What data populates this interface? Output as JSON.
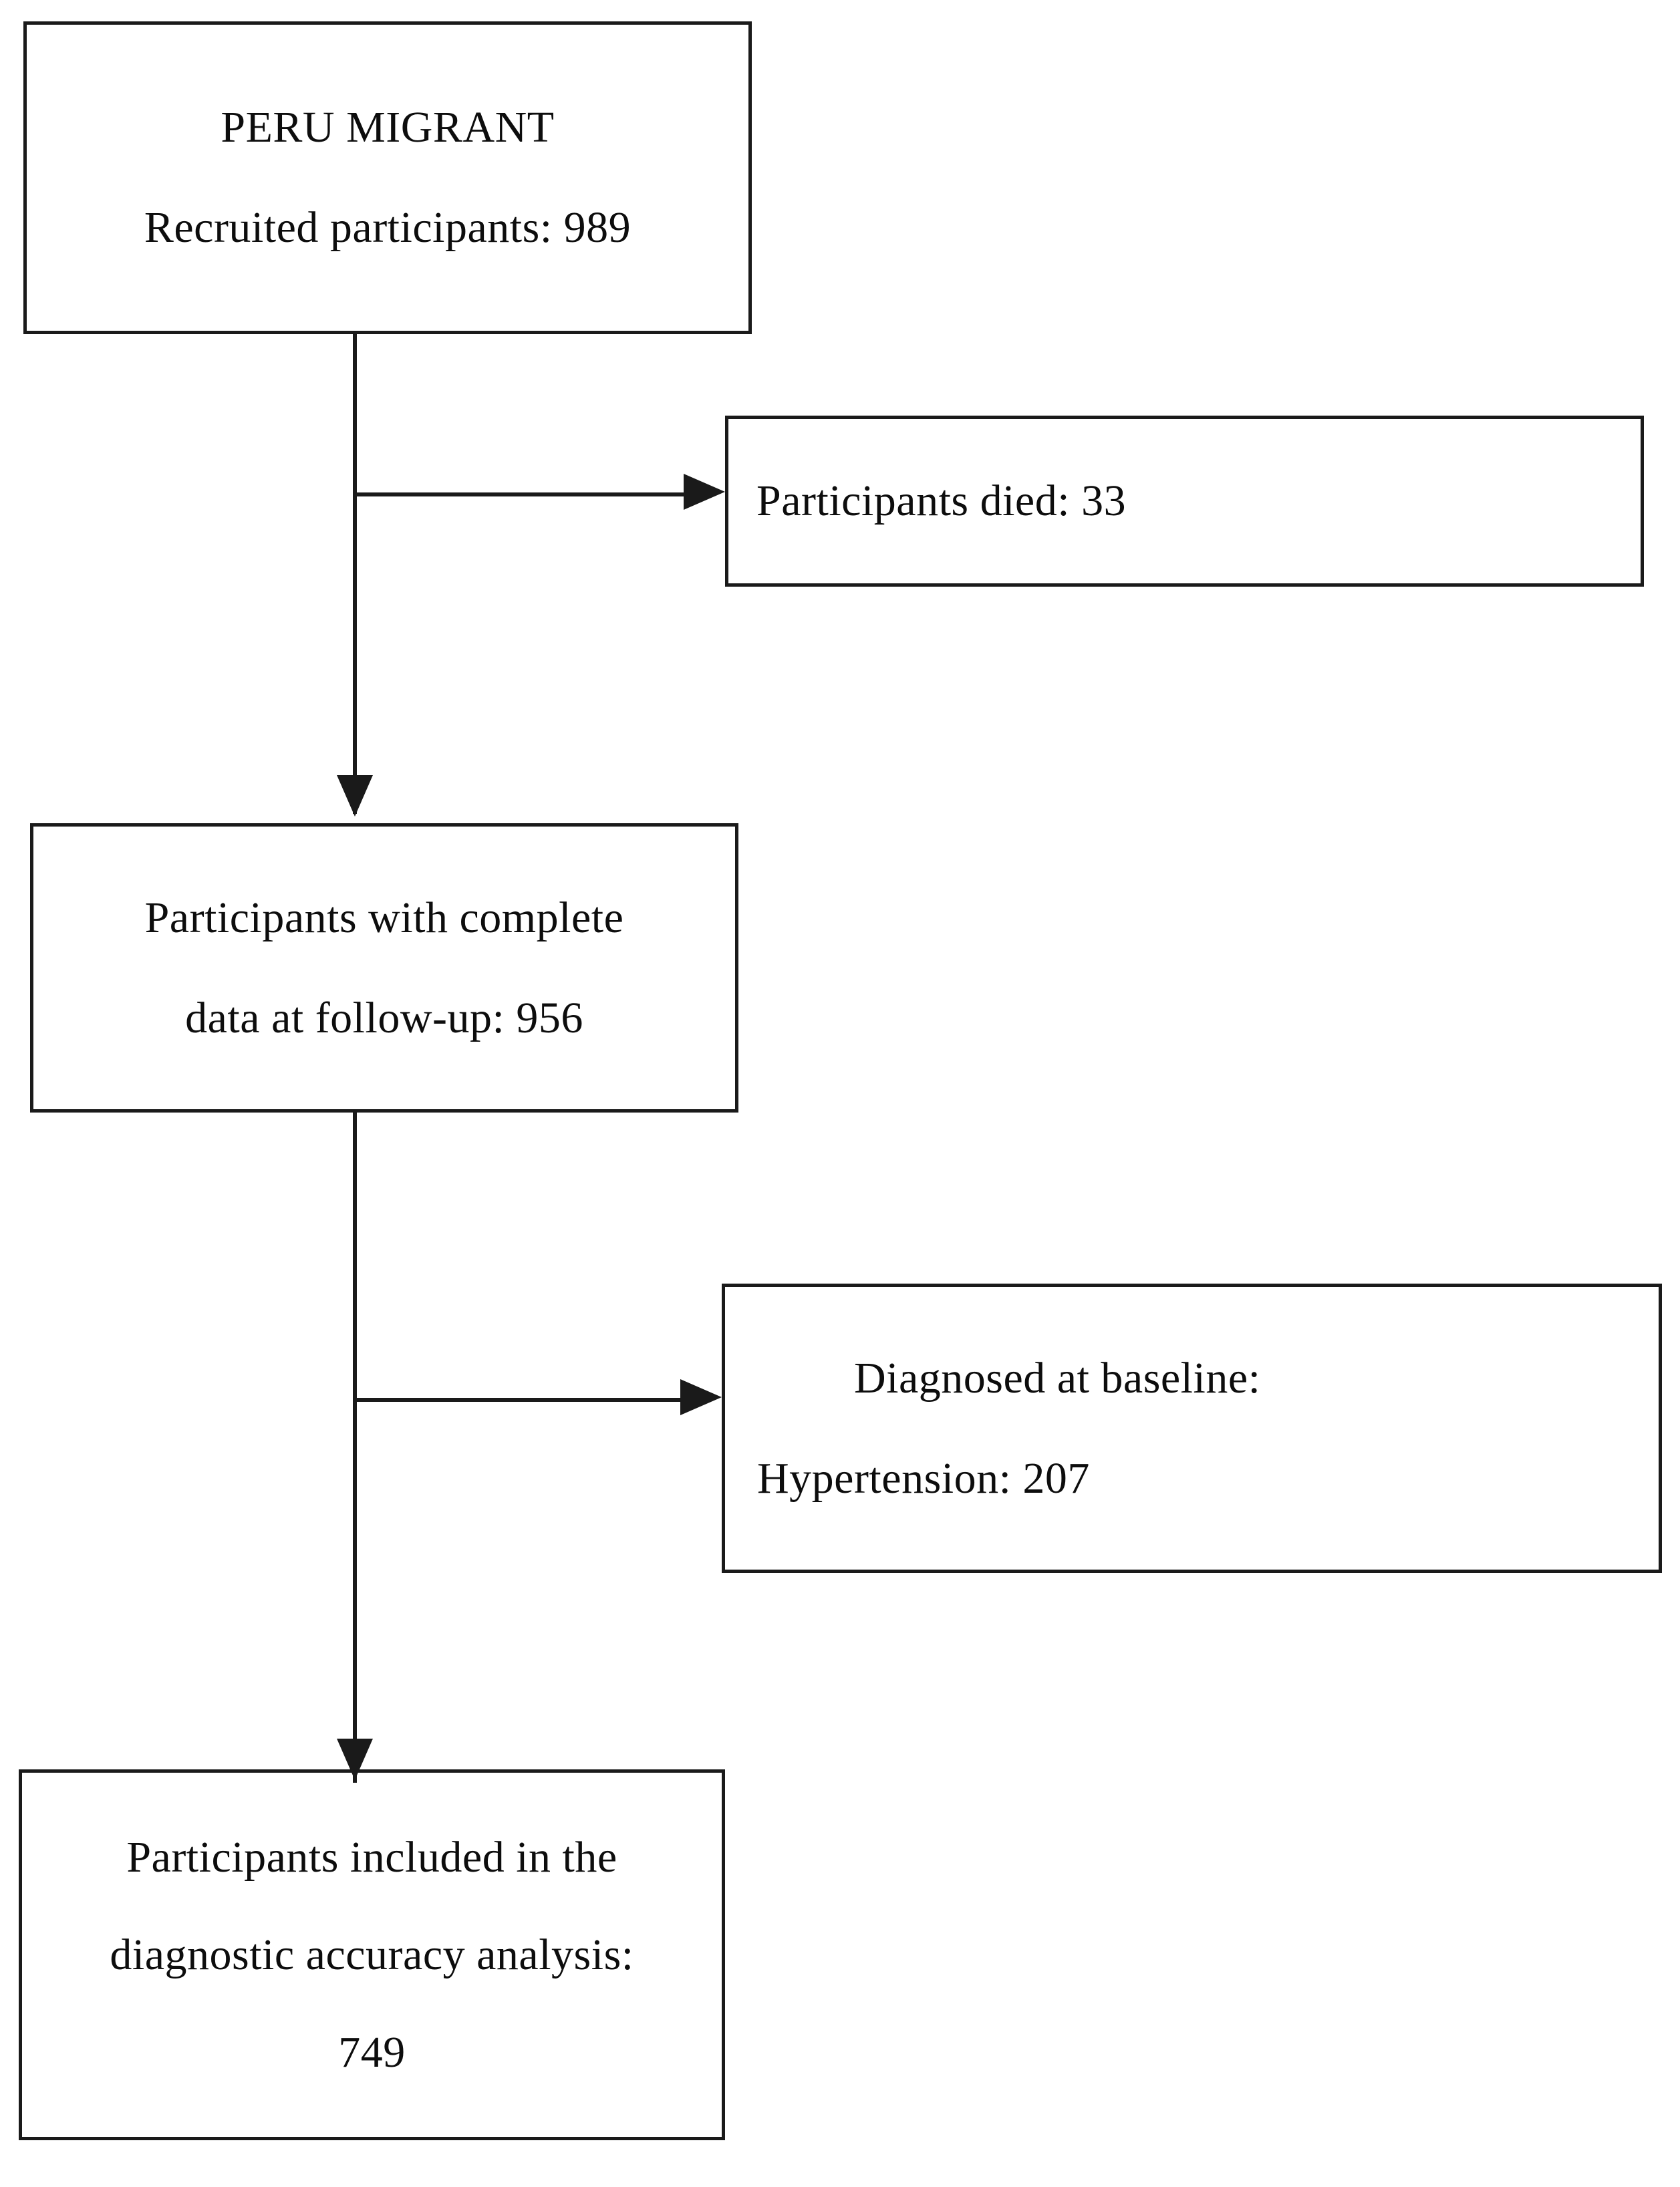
{
  "diagram": {
    "type": "flowchart",
    "orientation": "top-to-bottom",
    "ink_color": "#1a1a1a",
    "background_color": "#ffffff",
    "nodes": [
      {
        "id": "source",
        "name": "peru-migrant-source",
        "lines": [
          "PERU MIGRANT",
          "Recruited participants: 989"
        ],
        "line1": "PERU MIGRANT",
        "line2": "Recruited participants: 989",
        "value": 989,
        "align": "center"
      },
      {
        "id": "died",
        "name": "participants-died",
        "lines": [
          "Participants died: 33"
        ],
        "line1": "Participants died: 33",
        "value": 33,
        "align": "left"
      },
      {
        "id": "complete",
        "name": "complete-follow-up",
        "lines": [
          "Participants with complete",
          "data at follow-up: 956"
        ],
        "line1": "Participants with complete",
        "line2": "data at follow-up: 956",
        "value": 956,
        "align": "center"
      },
      {
        "id": "diagnosed",
        "name": "diagnosed-at-baseline",
        "lines": [
          "Diagnosed at baseline:",
          "Hypertension: 207"
        ],
        "line1": "Diagnosed at baseline:",
        "line2": "Hypertension: 207",
        "value": 207,
        "align": "left"
      },
      {
        "id": "included",
        "name": "included-in-analysis",
        "lines": [
          "Participants included in the",
          "diagnostic accuracy  analysis:",
          "749"
        ],
        "line1": "Participants included in the",
        "line2": "diagnostic accuracy  analysis:",
        "line3": "749",
        "value": 749,
        "align": "center"
      }
    ],
    "edges": [
      {
        "id": "e1",
        "name": "source-to-complete",
        "from": "source",
        "to": "complete",
        "direction": "down"
      },
      {
        "id": "e2",
        "name": "source-to-died",
        "from": "source",
        "to": "died",
        "direction": "right"
      },
      {
        "id": "e3",
        "name": "complete-to-included",
        "from": "complete",
        "to": "included",
        "direction": "down"
      },
      {
        "id": "e4",
        "name": "complete-to-diagnosed",
        "from": "complete",
        "to": "diagnosed",
        "direction": "right"
      }
    ]
  }
}
